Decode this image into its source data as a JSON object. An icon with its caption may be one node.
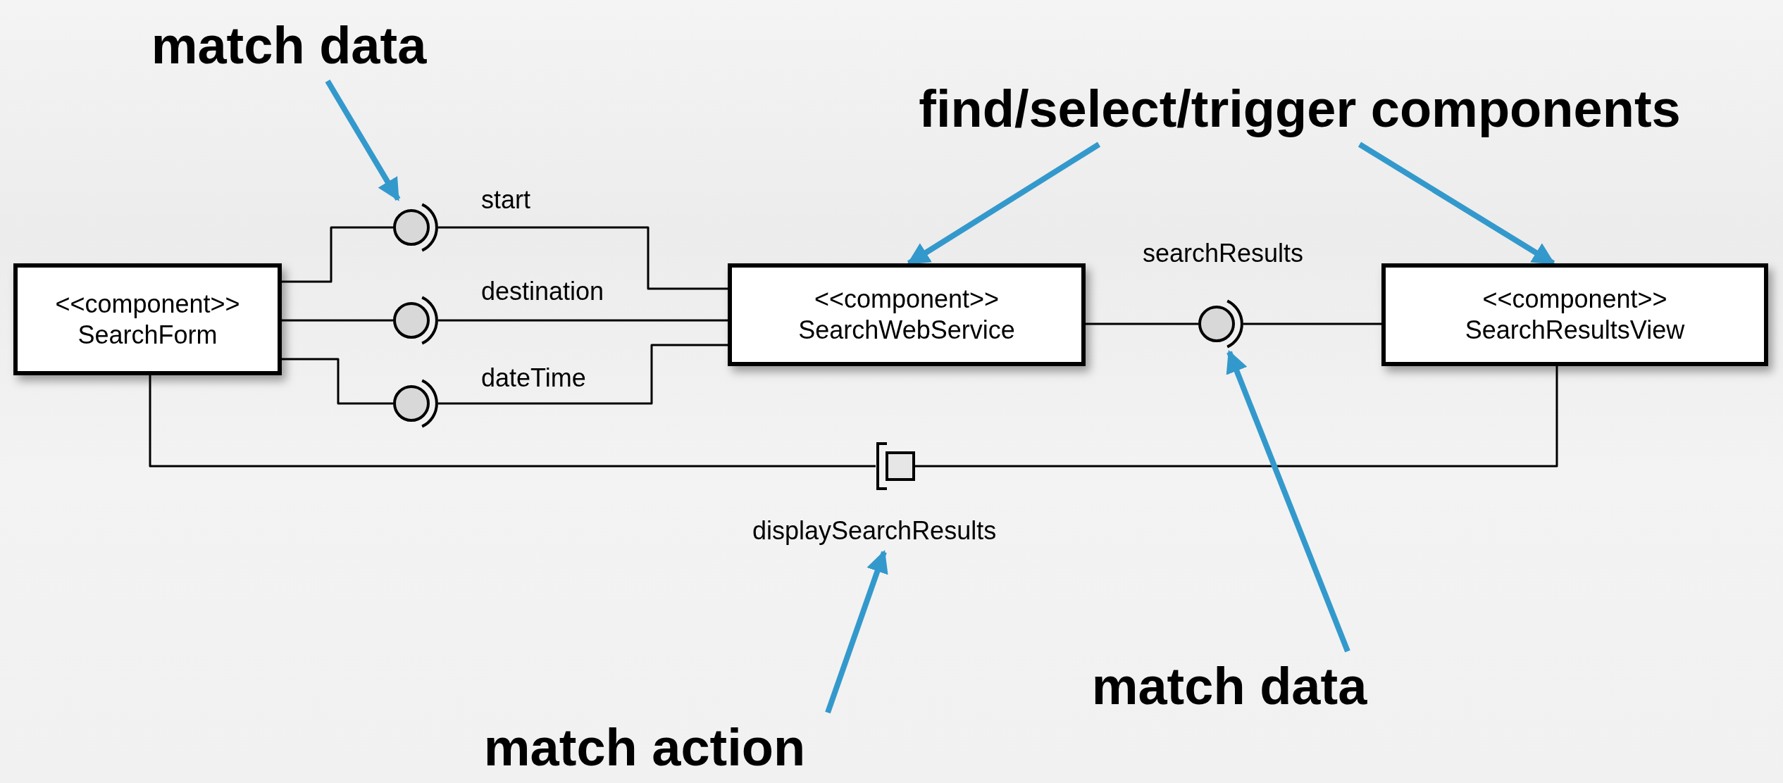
{
  "diagram": {
    "nodes": [
      {
        "text": [
          "match data"
        ]
      },
      {
        "text": [
          "find/select/trigger components"
        ]
      },
      {
        "text": [
          "<<component>>",
          "SearchForm"
        ]
      },
      {
        "text": [],
        "shape": "circle",
        "beside": [
          "start"
        ]
      },
      {
        "text": [],
        "shape": "circle",
        "beside": [
          "destination"
        ]
      },
      {
        "text": [],
        "shape": "circle",
        "beside": [
          "dateTime"
        ]
      },
      {
        "text": [
          "<<component>>",
          "SearchWebService"
        ]
      },
      {
        "text": [],
        "shape": "circle",
        "beside": [
          "searchResults"
        ]
      },
      {
        "text": [
          "<<component>>",
          "SearchResultsView"
        ]
      },
      {
        "text": [],
        "shape": "box",
        "beside": [
          "displaySearchResults"
        ]
      },
      {
        "text": [
          "match action"
        ]
      },
      {
        "text": [
          "match data"
        ]
      }
    ],
    "edges": [
      {
        "from": 2,
        "to": 3,
        "arrow": "none"
      },
      {
        "from": 3,
        "to": 6,
        "arrow": "none"
      },
      {
        "from": 2,
        "to": 4,
        "arrow": "none"
      },
      {
        "from": 4,
        "to": 6,
        "arrow": "none"
      },
      {
        "from": 2,
        "to": 5,
        "arrow": "none"
      },
      {
        "from": 5,
        "to": 6,
        "arrow": "none"
      },
      {
        "from": 6,
        "to": 7,
        "arrow": "none"
      },
      {
        "from": 7,
        "to": 8,
        "arrow": "none"
      },
      {
        "from": 2,
        "to": 9,
        "arrow": "none"
      },
      {
        "from": 9,
        "to": 8,
        "arrow": "none"
      },
      {
        "from": 0,
        "to": 3,
        "arrow": "to",
        "style": "thick",
        "color": "#3399cc"
      },
      {
        "from": 1,
        "to": 6,
        "arrow": "to",
        "style": "thick",
        "color": "#3399cc"
      },
      {
        "from": 1,
        "to": 8,
        "arrow": "to",
        "style": "thick",
        "color": "#3399cc"
      },
      {
        "from": 11,
        "to": 7,
        "arrow": "to",
        "style": "thick",
        "color": "#3399cc"
      },
      {
        "from": 10,
        "to": 9,
        "arrow": "to",
        "style": "thick",
        "color": "#3399cc"
      }
    ]
  }
}
